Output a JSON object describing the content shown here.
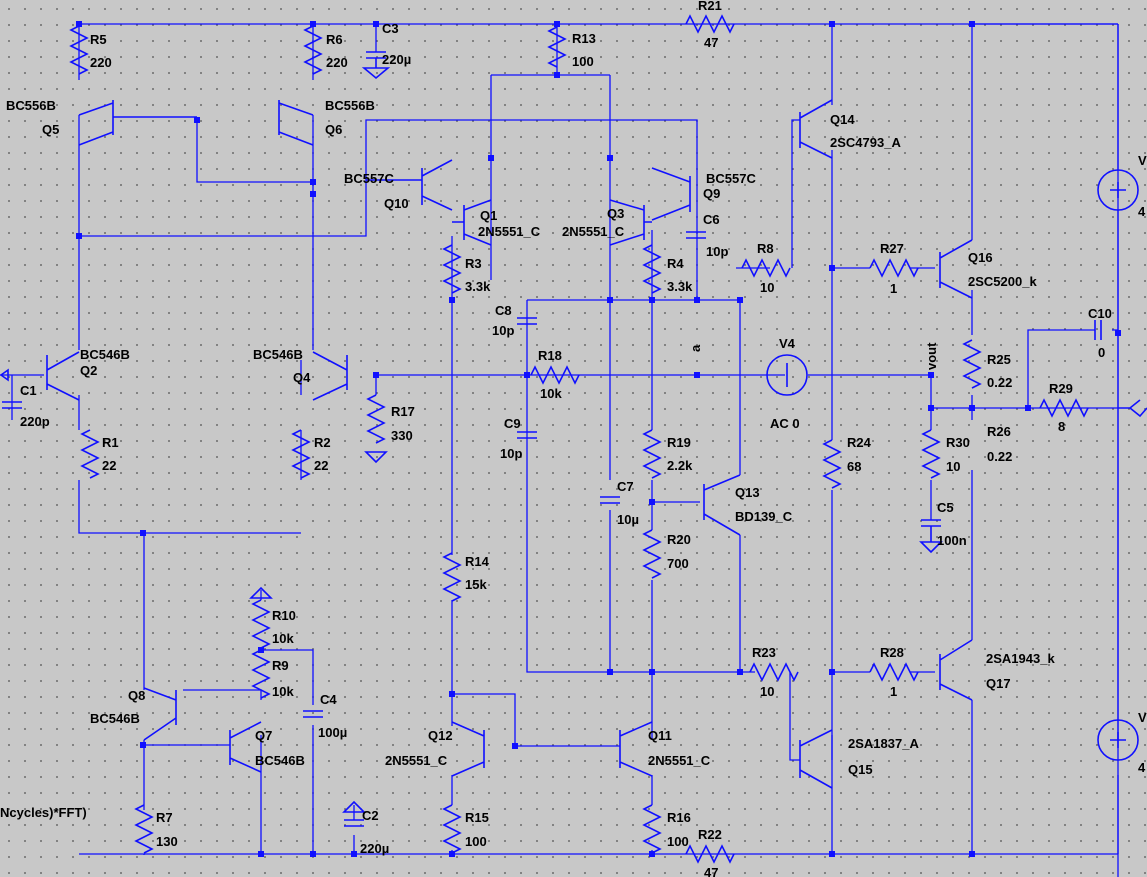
{
  "schematic": {
    "components": [
      {
        "ref": "R5",
        "value": "220"
      },
      {
        "ref": "R6",
        "value": "220"
      },
      {
        "ref": "C3",
        "value": "220µ"
      },
      {
        "ref": "R13",
        "value": "100"
      },
      {
        "ref": "R21",
        "value": "47"
      },
      {
        "ref": "Q5",
        "value": "BC556B"
      },
      {
        "ref": "Q6",
        "value": "BC556B"
      },
      {
        "ref": "Q10",
        "value": "BC557C"
      },
      {
        "ref": "Q1",
        "value": "2N5551_C"
      },
      {
        "ref": "Q3",
        "value": "2N5551_C"
      },
      {
        "ref": "Q9",
        "value": "BC557C"
      },
      {
        "ref": "C6",
        "value": "10p"
      },
      {
        "ref": "Q14",
        "value": "2SC4793_A"
      },
      {
        "ref": "R3",
        "value": "3.3k"
      },
      {
        "ref": "R4",
        "value": "3.3k"
      },
      {
        "ref": "R8",
        "value": "10"
      },
      {
        "ref": "R27",
        "value": "1"
      },
      {
        "ref": "Q16",
        "value": "2SC5200_k"
      },
      {
        "ref": "C8",
        "value": "10p"
      },
      {
        "ref": "C10",
        "value": "0"
      },
      {
        "ref": "Q2",
        "value": "BC546B"
      },
      {
        "ref": "Q4",
        "value": "BC546B"
      },
      {
        "ref": "R18",
        "value": "10k"
      },
      {
        "ref": "V4",
        "value": "AC 0"
      },
      {
        "ref": "R25",
        "value": "0.22"
      },
      {
        "ref": "R29",
        "value": "8"
      },
      {
        "ref": "C1",
        "value": "220p"
      },
      {
        "ref": "R17",
        "value": "330"
      },
      {
        "ref": "C9",
        "value": "10p"
      },
      {
        "ref": "R1",
        "value": "22"
      },
      {
        "ref": "R2",
        "value": "22"
      },
      {
        "ref": "R19",
        "value": "2.2k"
      },
      {
        "ref": "R24",
        "value": "68"
      },
      {
        "ref": "R30",
        "value": "10"
      },
      {
        "ref": "R26",
        "value": "0.22"
      },
      {
        "ref": "C7",
        "value": "10µ"
      },
      {
        "ref": "Q13",
        "value": "BD139_C"
      },
      {
        "ref": "C5",
        "value": "100n"
      },
      {
        "ref": "R14",
        "value": "15k"
      },
      {
        "ref": "R20",
        "value": "700"
      },
      {
        "ref": "R10",
        "value": "10k"
      },
      {
        "ref": "R9",
        "value": "10k"
      },
      {
        "ref": "C4",
        "value": "100µ"
      },
      {
        "ref": "R23",
        "value": "10"
      },
      {
        "ref": "R28",
        "value": "1"
      },
      {
        "ref": "Q17",
        "value": "2SA1943_k"
      },
      {
        "ref": "Q8",
        "value": "BC546B"
      },
      {
        "ref": "Q7",
        "value": "BC546B"
      },
      {
        "ref": "Q12",
        "value": "2N5551_C"
      },
      {
        "ref": "Q11",
        "value": "2N5551_C"
      },
      {
        "ref": "Q15",
        "value": "2SA1837_A"
      },
      {
        "ref": "R7",
        "value": "130"
      },
      {
        "ref": "C2",
        "value": "220µ"
      },
      {
        "ref": "R15",
        "value": "100"
      },
      {
        "ref": "R16",
        "value": "100"
      },
      {
        "ref": "R22",
        "value": "47"
      }
    ],
    "net_labels": {
      "a": "a",
      "vout": "vout"
    },
    "partial_labels": {
      "supply_top": "V",
      "supply_top_value": "4",
      "supply_bottom": "V",
      "supply_bottom_value": "4"
    },
    "directive_text": "Ncycles)*FFT)",
    "colors": {
      "wire": "#1010ff",
      "background": "#c8c8c8",
      "text": "#000000",
      "grid_dots": "#6e6e6e"
    }
  }
}
